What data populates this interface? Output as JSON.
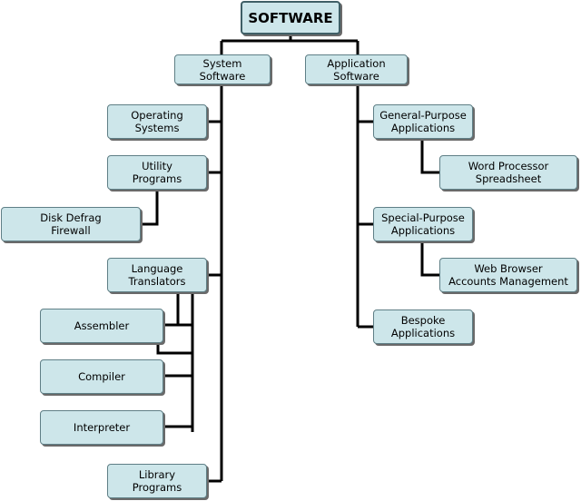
{
  "root": {
    "label": "SOFTWARE"
  },
  "branches": {
    "system": {
      "label": "System\nSoftware",
      "children": {
        "os": "Operating\nSystems",
        "utility": "Utility\nPrograms",
        "utility_examples": "Disk Defrag\nFirewall",
        "translators": "Language\nTranslators",
        "assembler": "Assembler",
        "compiler": "Compiler",
        "interpreter": "Interpreter",
        "library": "Library\nPrograms"
      }
    },
    "application": {
      "label": "Application\nSoftware",
      "children": {
        "general": "General-Purpose\nApplications",
        "general_examples": "Word Processor\nSpreadsheet",
        "special": "Special-Purpose\nApplications",
        "special_examples": "Web Browser\nAccounts Management",
        "bespoke": "Bespoke\nApplications"
      }
    }
  }
}
